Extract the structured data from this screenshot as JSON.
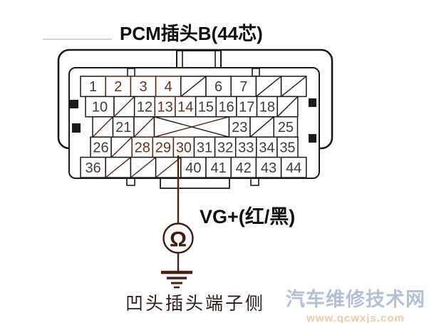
{
  "title": "PCM插头B(44芯)",
  "connector": {
    "pin_count_label": "44",
    "rows": [
      {
        "cells": [
          {
            "pin": "1"
          },
          {
            "pin": "2",
            "hl": true
          },
          {
            "pin": "3",
            "hl": true
          },
          {
            "pin": "4",
            "hl": true
          },
          {
            "blocked": true
          },
          {
            "pin": "6"
          },
          {
            "pin": "7"
          },
          {
            "blocked": true
          },
          {
            "blocked": true
          }
        ]
      },
      {
        "cells": [
          {
            "pin": "10"
          },
          {
            "blocked": true,
            "hl": true
          },
          {
            "pin": "12"
          },
          {
            "pin": "13",
            "hl": true
          },
          {
            "pin": "14",
            "hl": true
          },
          {
            "pin": "15"
          },
          {
            "pin": "16"
          },
          {
            "pin": "17"
          },
          {
            "pin": "18"
          },
          {
            "blocked": true
          }
        ]
      },
      {
        "cells": [
          {
            "blocked": true,
            "hl": true
          },
          {
            "pin": "21"
          },
          {
            "blocked": true,
            "hl": true
          },
          {
            "blocked": "cross",
            "hl": true
          },
          {
            "pin": "23"
          },
          {
            "blocked": true
          },
          {
            "pin": "25"
          }
        ]
      },
      {
        "cells": [
          {
            "pin": "26"
          },
          {
            "blocked": true,
            "hl": true
          },
          {
            "pin": "28",
            "hl": true
          },
          {
            "pin": "29",
            "hl": true
          },
          {
            "pin": "30",
            "hl": true
          },
          {
            "pin": "31"
          },
          {
            "pin": "32"
          },
          {
            "pin": "33"
          },
          {
            "pin": "34"
          },
          {
            "pin": "35"
          }
        ]
      },
      {
        "cells": [
          {
            "pin": "36"
          },
          {
            "blocked": true,
            "hl": true
          },
          {
            "blocked": true,
            "hl": true
          },
          {
            "blocked": true,
            "hl": true
          },
          {
            "pin": "40"
          },
          {
            "pin": "41"
          },
          {
            "pin": "42"
          },
          {
            "pin": "43"
          },
          {
            "pin": "44"
          }
        ]
      }
    ]
  },
  "probe": {
    "wire_label": "VG+(红/黑)",
    "meter_symbol": "Ω",
    "connected_pin": "30"
  },
  "footer_label": "凹头插头端子侧",
  "watermark": {
    "site_name": "汽车维修技术网",
    "site_url": "www.qcwxjs.com"
  },
  "colors": {
    "line": "#1b1b1b",
    "highlight": "#5e2414",
    "number": "#3d3d3d",
    "highlight_number": "#6a3020",
    "wire": "#53200f",
    "meter": "#401c10"
  }
}
